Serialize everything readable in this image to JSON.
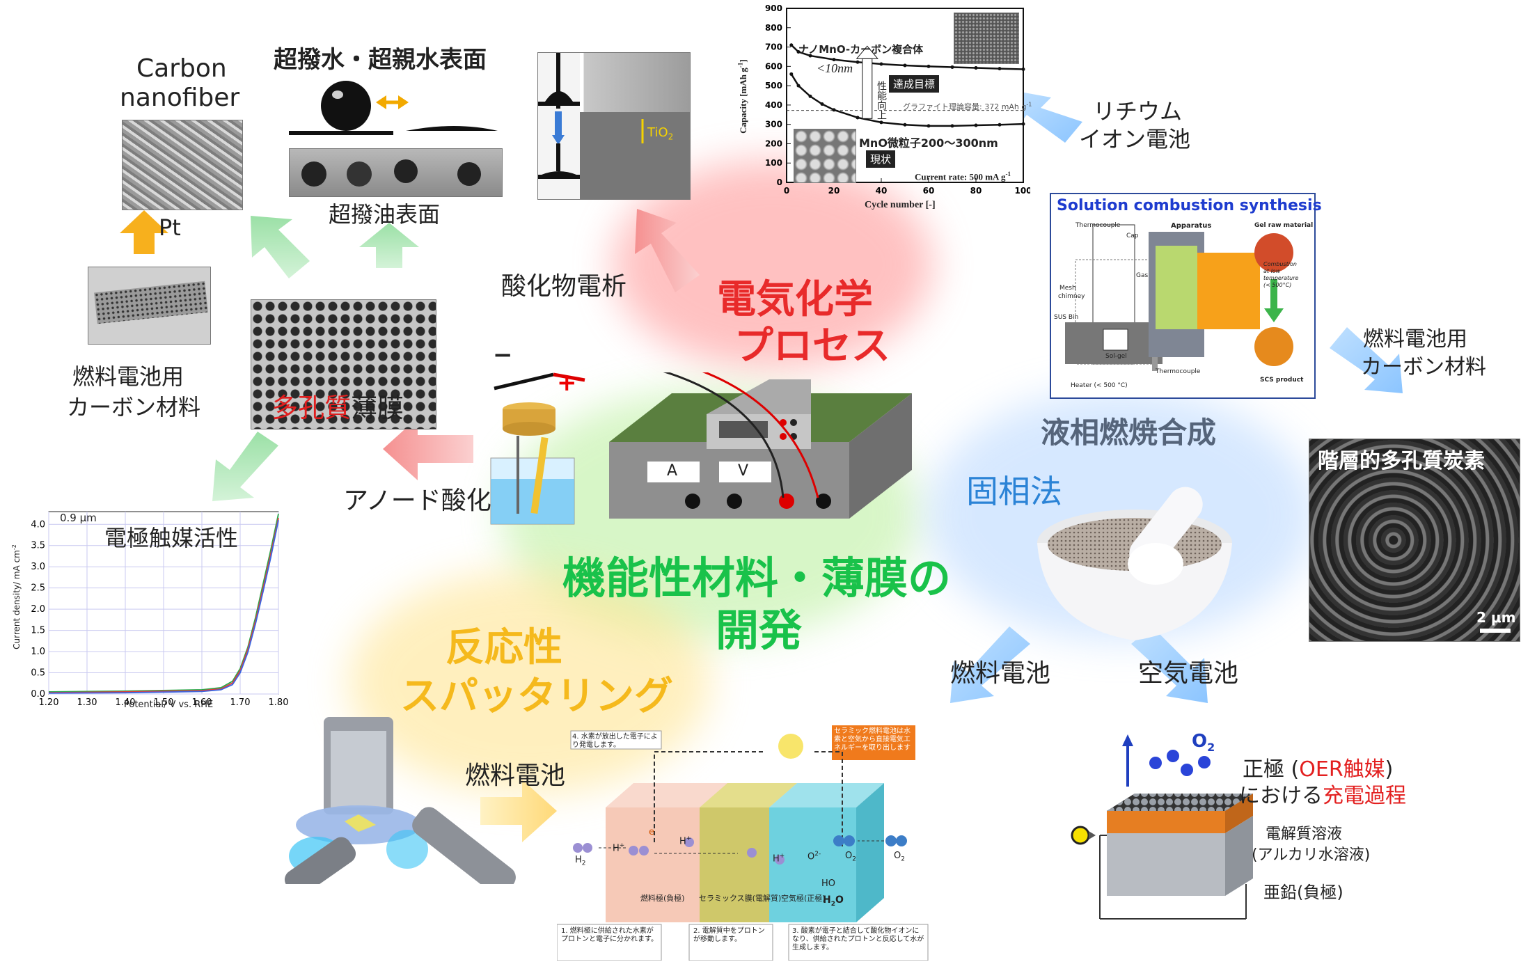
{
  "carbon_nanofiber": {
    "line1": "Carbon",
    "line2": "nanofiber"
  },
  "pt_label": "Pt",
  "superhydro": {
    "title": "超撥水・超親水表面",
    "oleo": "超撥油表面"
  },
  "tio2": "TiO",
  "tio2_sub": "2",
  "oxide_electro": "酸化物電析",
  "fuel_carbon_left": {
    "line1": "燃料電池用",
    "line2": "カーボン材料"
  },
  "porous": {
    "red": "多孔質",
    "black": "薄膜"
  },
  "anodic": "アノード酸化",
  "electrochem_process": {
    "line1": "電気化学",
    "line2": "プロセス"
  },
  "center_title": {
    "line1": "機能性材料・薄膜の",
    "line2": "開発"
  },
  "reactive_sputter": {
    "line1": "反応性",
    "line2": "スパッタリング"
  },
  "fuel_cell_mid": "燃料電池",
  "fuel_cell_right": "燃料電池",
  "air_battery": "空気電池",
  "solid_phase": "固相法",
  "liquid_combustion": "液相燃焼合成",
  "li_ion": {
    "line1": "リチウム",
    "line2": "イオン電池"
  },
  "fuel_carbon_right": {
    "line1": "燃料電池用",
    "line2": "カーボン材料"
  },
  "hier_carbon": "階層的多孔質炭素",
  "scale_bar": "2 μm",
  "scs": {
    "title": "Solution combustion synthesis",
    "thermocouple_top": "Thermocouple",
    "cap": "Cap",
    "apparatus": "Apparatus",
    "gel_raw": "Gel raw material",
    "gas": "Gas",
    "mesh": "Mesh",
    "chimney": "chimney",
    "sus": "SUS Bin",
    "solgel": "Sol-gel",
    "combustion1": "Combustion",
    "combustion2": "at      low",
    "combustion3": "temperature",
    "combustion4": "(< 500°C)",
    "thermocouple_bot": "Thermocouple",
    "heater": "Heater (< 500 °C)",
    "scs_product": "SCS product"
  },
  "oer": {
    "o2": "O",
    "o2_sub": "2",
    "positive": "正極 (",
    "oer_cat": "OER触媒",
    "close": ")",
    "charge_pre": "における",
    "charge_red": "充電過程",
    "electrolyte1": "電解質溶液",
    "electrolyte2": "(アルカリ水溶液)",
    "zinc": "亜鉛(負極)"
  },
  "capacity_chart": {
    "ylabel": "Capacity [mAh g",
    "ylabel_sup": "-1",
    "ylabel_end": "]",
    "xlabel": "Cycle number [-]",
    "composite": "ナノMnO-カーボン複合体",
    "lt10": "<10nm",
    "goal": "達成目標",
    "improve": "性能向上",
    "graphite": "グラファイト理論容量:  372   mAh g",
    "graphite_sup": "-1",
    "mno_particle": "MnO微粒子200～300nm",
    "current_state": "現状",
    "current_rate": "Current rate: 500 mA g",
    "current_rate_sup": "-1",
    "yticks": [
      "0",
      "100",
      "200",
      "300",
      "400",
      "500",
      "600",
      "700",
      "800",
      "900"
    ],
    "xticks": [
      "0",
      "20",
      "40",
      "60",
      "80",
      "100"
    ]
  },
  "lsv_chart": {
    "thickness": "0.9 μm",
    "title": "電極触媒活性",
    "ylabel": "Current density/ mA cm",
    "ylabel_sup": "-2",
    "xlabel": "Potential/ V vs. RHE",
    "yticks": [
      "0.0",
      "0.5",
      "1.0",
      "1.5",
      "2.0",
      "2.5",
      "3.0",
      "3.5",
      "4.0"
    ],
    "xticks": [
      "1.20",
      "1.30",
      "1.40",
      "1.50",
      "1.60",
      "1.70",
      "1.80"
    ]
  },
  "fc_diagram": {
    "step4": "4. 水素が放出した電子により発電します。",
    "ceramic_note": "セラミック燃料電池は水素と空気から直接電気エネルギーを取り出します",
    "h2": "H",
    "h2_sub": "2",
    "o2": "O",
    "o2_sub": "2",
    "hplus": "H",
    "hplus_sup": "+",
    "o2minus": "O",
    "o2minus_sup": "2-",
    "e": "e",
    "ho2": "HO",
    "h2o": "H",
    "h2o_rest": "O",
    "anode": "燃料極(負極)",
    "membrane": "セラミックス膜(電解質)",
    "cathode": "空気極(正極)",
    "step1": "1. 燃料極に供給された水素がプロトンと電子に分かれます。",
    "step2": "2. 電解質中をプロトンが移動します。",
    "step3": "3. 酸素が電子と結合して酸化物イオンになり、供給されたプロトンと反応して水が生成します。"
  },
  "power_supply": {
    "a": "A",
    "v": "V",
    "minus": "−",
    "plus": "+"
  },
  "chart_data": [
    {
      "type": "line",
      "title": "",
      "xlabel": "Cycle number [-]",
      "ylabel": "Capacity [mAh g-1]",
      "xlim": [
        0,
        100
      ],
      "ylim": [
        0,
        900
      ],
      "series": [
        {
          "name": "ナノMnO-カーボン複合体",
          "x": [
            2,
            5,
            10,
            20,
            30,
            40,
            50,
            60,
            70,
            80,
            90,
            100
          ],
          "y": [
            710,
            675,
            655,
            635,
            622,
            612,
            605,
            600,
            596,
            592,
            588,
            585
          ]
        },
        {
          "name": "MnO微粒子200～300nm",
          "x": [
            2,
            5,
            10,
            15,
            20,
            30,
            40,
            50,
            60,
            70,
            80,
            90,
            100
          ],
          "y": [
            560,
            500,
            445,
            405,
            375,
            335,
            310,
            298,
            292,
            292,
            295,
            298,
            302
          ]
        }
      ],
      "reference_line": {
        "label": "グラファイト理論容量:  372   mAh g-1",
        "y": 372
      }
    },
    {
      "type": "line",
      "title": "電極触媒活性",
      "xlabel": "Potential/ V vs. RHE",
      "ylabel": "Current density/ mA cm-2",
      "xlim": [
        1.2,
        1.8
      ],
      "ylim": [
        0,
        4.3
      ],
      "series": [
        {
          "name": "green",
          "x": [
            1.2,
            1.4,
            1.6,
            1.65,
            1.68,
            1.7,
            1.72,
            1.74,
            1.76,
            1.78,
            1.8
          ],
          "y": [
            0.05,
            0.07,
            0.1,
            0.15,
            0.3,
            0.6,
            1.1,
            1.8,
            2.6,
            3.4,
            4.25
          ]
        },
        {
          "name": "red",
          "x": [
            1.2,
            1.4,
            1.6,
            1.65,
            1.68,
            1.7,
            1.72,
            1.74,
            1.76,
            1.78,
            1.8
          ],
          "y": [
            0.03,
            0.05,
            0.08,
            0.12,
            0.26,
            0.55,
            1.05,
            1.72,
            2.5,
            3.3,
            4.15
          ]
        },
        {
          "name": "blue",
          "x": [
            1.2,
            1.4,
            1.6,
            1.65,
            1.68,
            1.7,
            1.72,
            1.74,
            1.76,
            1.78,
            1.8
          ],
          "y": [
            0.02,
            0.03,
            0.06,
            0.1,
            0.22,
            0.5,
            0.98,
            1.65,
            2.42,
            3.22,
            4.1
          ]
        }
      ]
    }
  ]
}
